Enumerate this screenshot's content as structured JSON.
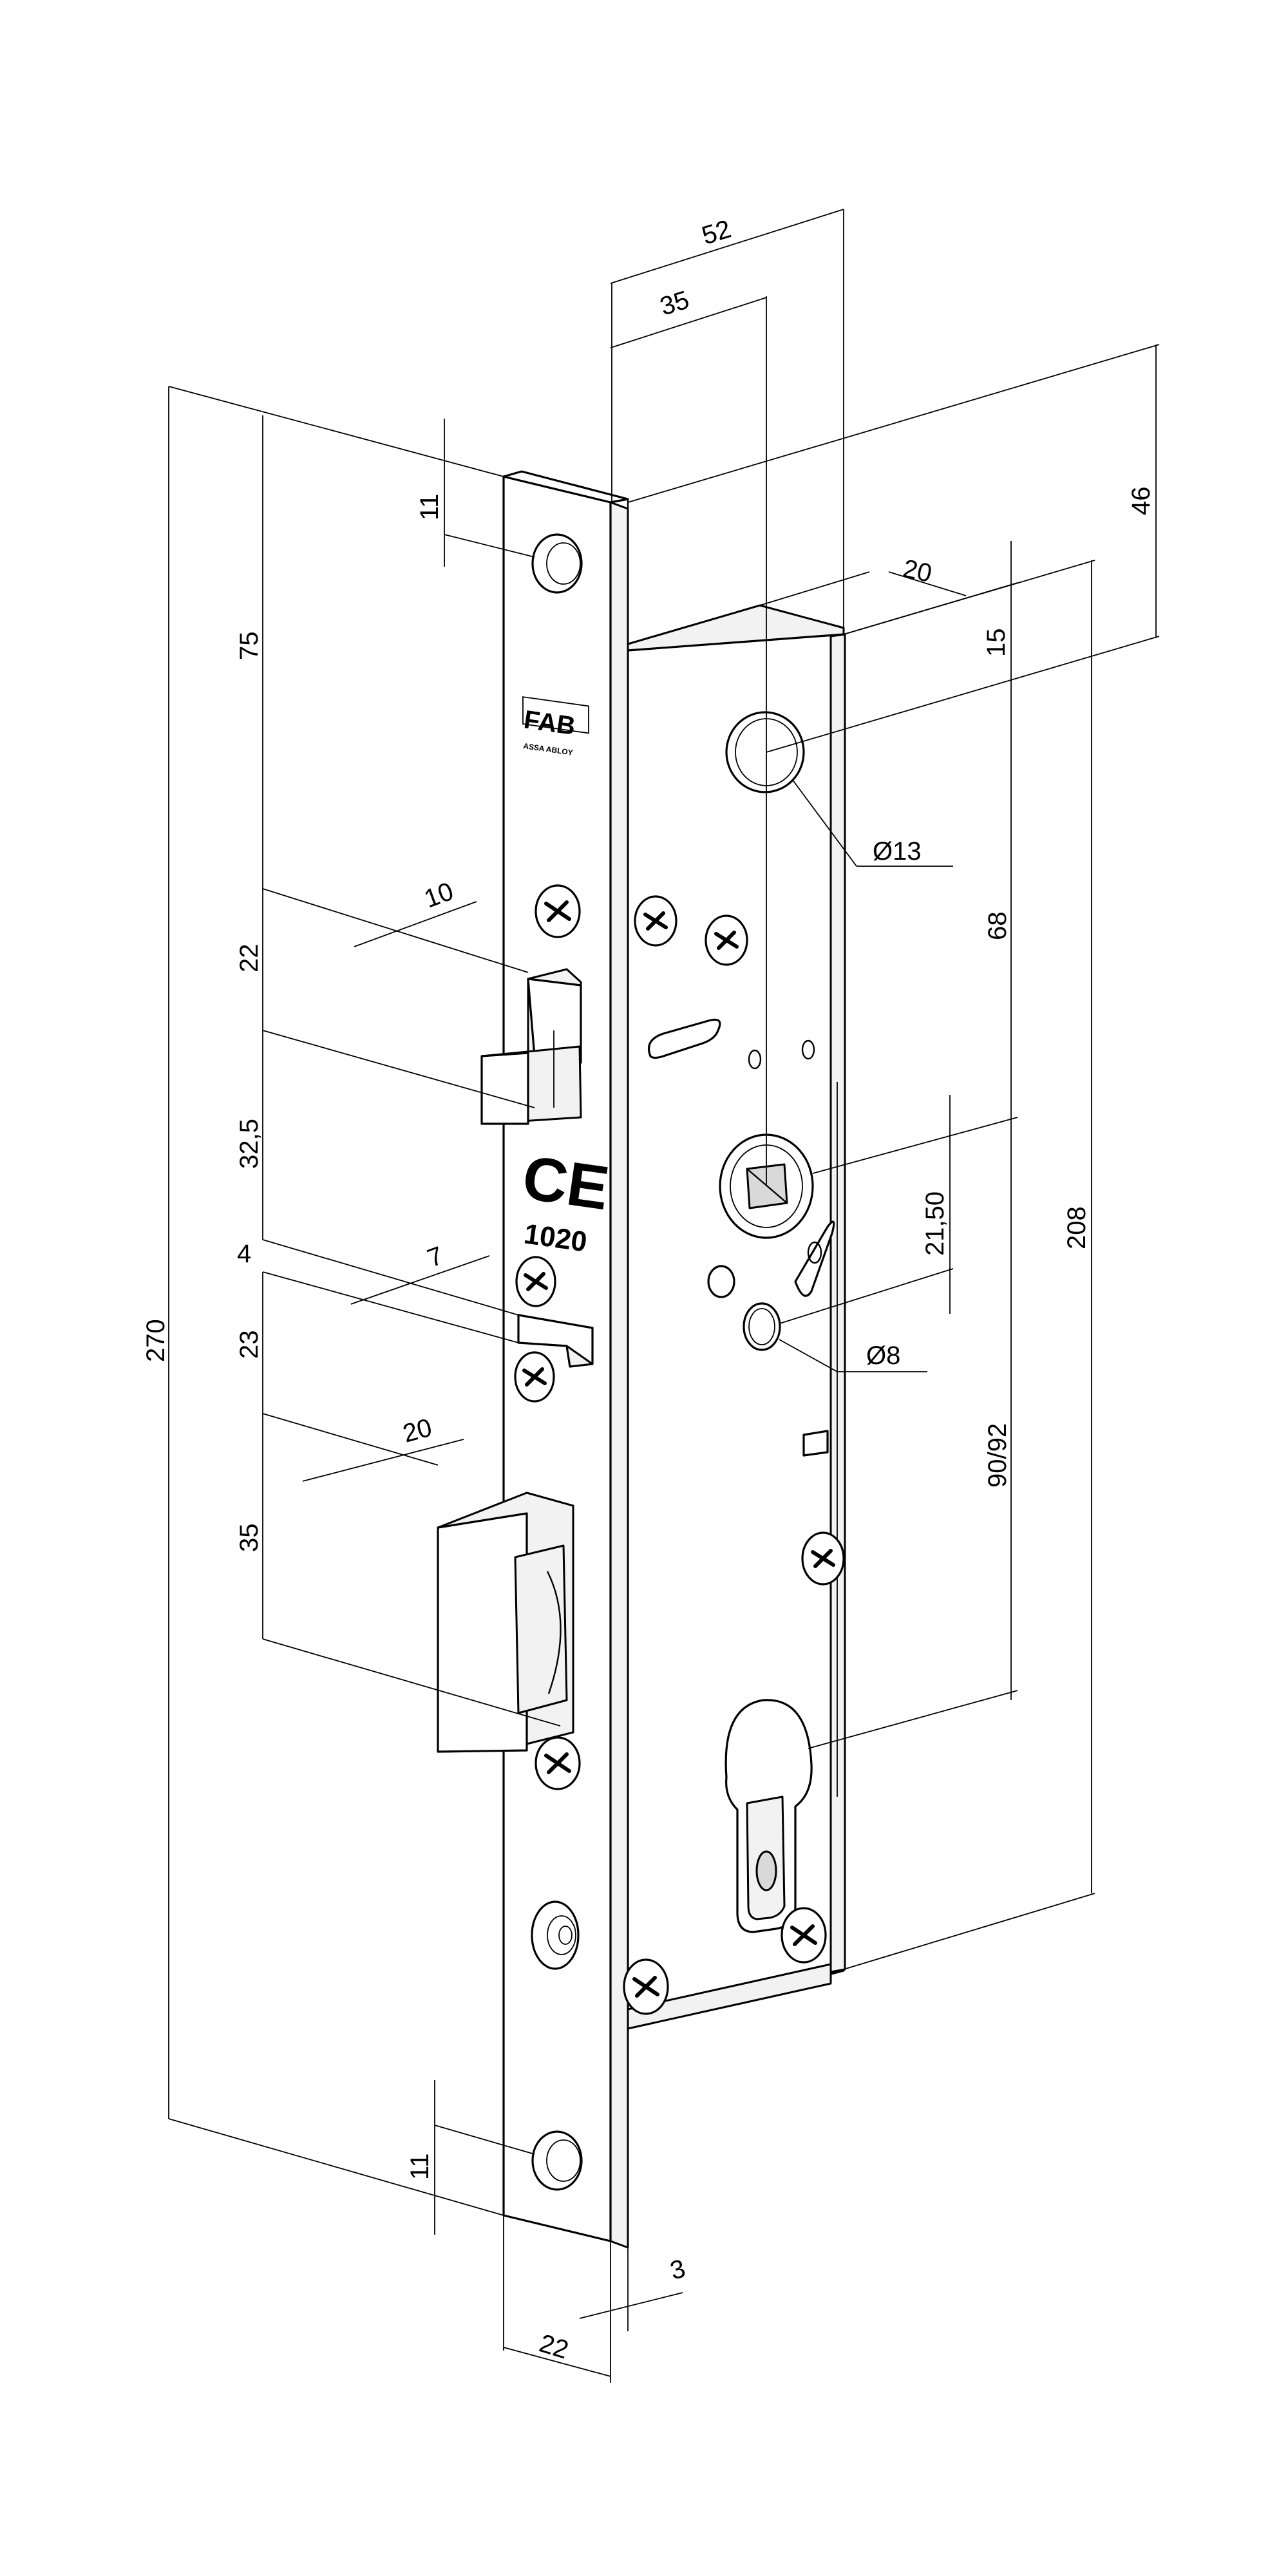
{
  "product_markings": {
    "brand": "FAB",
    "brand_sub": "ASSA ABLOY",
    "certification_mark": "CE",
    "cert_number": "1020"
  },
  "dimensions": {
    "case_width": "52",
    "backset": "35",
    "total_height": "270",
    "top_hole_offset": "11",
    "bottom_hole_offset": "11",
    "faceplate_top_to_latch": "75",
    "latch_height": "22",
    "latch_projection": "10",
    "latch_to_deadlatch": "32,5",
    "deadlatch_gap": "4",
    "deadlatch_projection": "7",
    "deadlatch_to_bolt": "23",
    "bolt_height": "35",
    "bolt_projection": "20",
    "faceplate_width": "22",
    "faceplate_thickness": "3",
    "top_to_spindle_hole": "46",
    "top_spindle_offset": "15",
    "top_spindle_depth": "20",
    "top_hole_diameter": "Ø13",
    "top_to_follower": "68",
    "follower_to_hole": "21,50",
    "small_hole_diameter": "Ø8",
    "follower_to_cylinder": "90/92",
    "case_height": "208"
  }
}
